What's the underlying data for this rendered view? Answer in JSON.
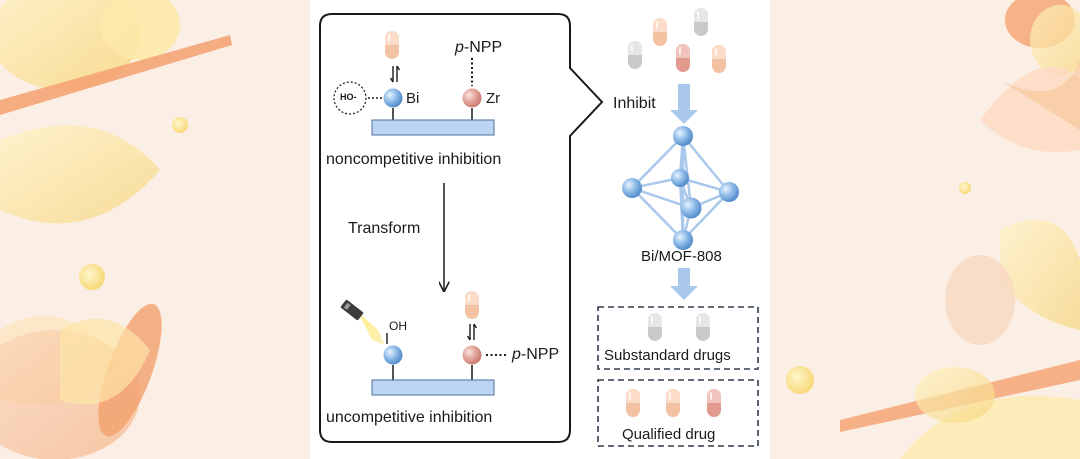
{
  "left_box": {
    "site_bi_label": "Bi",
    "site_zr_label": "Zr",
    "hydroxyl_label": "HO-",
    "substrate_prefix": "p",
    "substrate_suffix": "-NPP",
    "mode_top": "noncompetitive inhibition",
    "transform_label": "Transform",
    "oh_label": "OH",
    "mode_bottom": "uncompetitive inhibition"
  },
  "right_flow": {
    "inhibit_label": "Inhibit",
    "mof_label": "Bi/MOF-808",
    "substandard_label": "Substandard drugs",
    "qualified_label": "Qualified drug"
  },
  "colors": {
    "blue_sphere": "#8dbbe8",
    "pink_sphere": "#e3a59c",
    "capsule_orange": "#f2c2a2",
    "capsule_red": "#e2998e",
    "capsule_gray": "#c9c9c9",
    "plate": "#bcd5f2",
    "arrow_blue": "#a9c8ec",
    "box_dash": "#2d3a4f"
  }
}
